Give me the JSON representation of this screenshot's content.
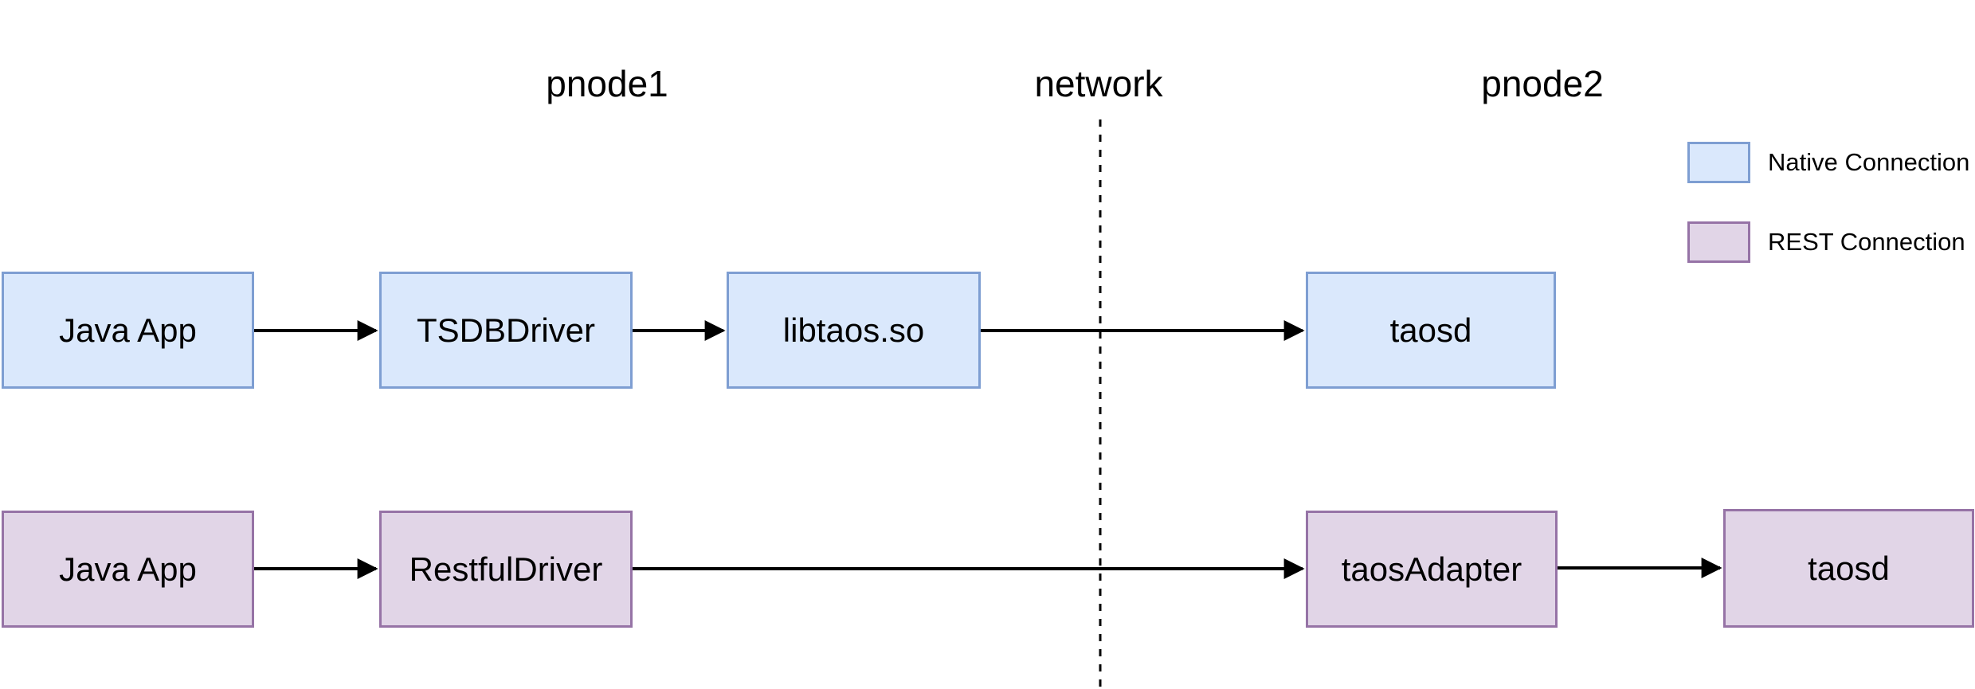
{
  "diagram": {
    "columns": [
      {
        "id": "pnode1",
        "label": "pnode1"
      },
      {
        "id": "network",
        "label": "network"
      },
      {
        "id": "pnode2",
        "label": "pnode2"
      }
    ],
    "nodes": [
      {
        "id": "java-app-native",
        "label": "Java App",
        "type": "native"
      },
      {
        "id": "tsdb-driver",
        "label": "TSDBDriver",
        "type": "native"
      },
      {
        "id": "libtaos-so",
        "label": "libtaos.so",
        "type": "native"
      },
      {
        "id": "taosd-native",
        "label": "taosd",
        "type": "native"
      },
      {
        "id": "java-app-rest",
        "label": "Java App",
        "type": "rest"
      },
      {
        "id": "restful-driver",
        "label": "RestfulDriver",
        "type": "rest"
      },
      {
        "id": "taos-adapter",
        "label": "taosAdapter",
        "type": "rest"
      },
      {
        "id": "taosd-rest",
        "label": "taosd",
        "type": "rest"
      }
    ],
    "edges": [
      {
        "from": "java-app-native",
        "to": "tsdb-driver"
      },
      {
        "from": "tsdb-driver",
        "to": "libtaos-so"
      },
      {
        "from": "libtaos-so",
        "to": "taosd-native"
      },
      {
        "from": "java-app-rest",
        "to": "restful-driver"
      },
      {
        "from": "restful-driver",
        "to": "taos-adapter"
      },
      {
        "from": "taos-adapter",
        "to": "taosd-rest"
      }
    ],
    "divider": {
      "label_above": "network",
      "style": "dashed-vertical"
    }
  },
  "legend": {
    "items": [
      {
        "label": "Native Connection",
        "fill": "#dae8fc",
        "border": "#7e9ed2"
      },
      {
        "label": "REST Connection",
        "fill": "#e1d5e7",
        "border": "#9673a6"
      }
    ]
  },
  "colors": {
    "background": "#ffffff",
    "native_fill": "#dae8fc",
    "native_border": "#7e9ed2",
    "rest_fill": "#e1d5e7",
    "rest_border": "#9673a6",
    "connector": "#000000",
    "text": "#000000"
  }
}
